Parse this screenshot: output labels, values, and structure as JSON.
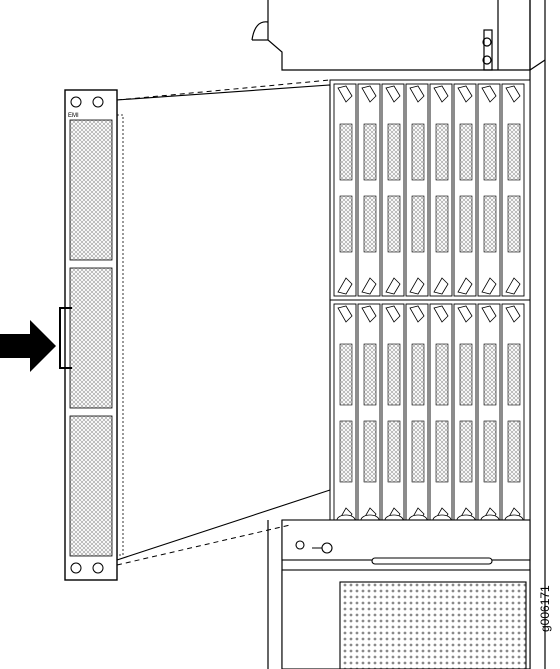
{
  "figure": {
    "id": "g006171",
    "description_free": true
  },
  "panel": {
    "top_label": "EMI",
    "slot_count": 8
  },
  "colors": {
    "line": "#000000",
    "fill": "#ffffff",
    "mesh": "#bdbdbd",
    "arrow": "#000000"
  }
}
